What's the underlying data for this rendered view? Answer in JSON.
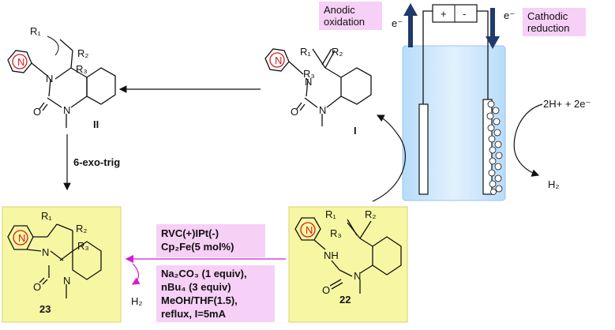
{
  "electrochem": {
    "anodic_label": "Anodic oxidation",
    "cathodic_label": "Cathodic reduction",
    "electron_left": "e⁻",
    "electron_right": "e⁻",
    "plus": "+",
    "minus": "-",
    "cathode_products": "2H+   +   2e⁻",
    "h2_product": "H₂"
  },
  "compounds": {
    "II": {
      "label": "II",
      "r1": "R₁",
      "r2": "R₂",
      "r3": "R₃",
      "n1": "N",
      "n2": "N",
      "o": "O",
      "ring_n": "N"
    },
    "I": {
      "label": "I",
      "r1": "R₁",
      "r2": "R₂",
      "r3": "R₃",
      "n1": "N",
      "n2": "N",
      "o": "O",
      "ring_n": "N"
    },
    "c23": {
      "label": "23",
      "r1": "R₁",
      "r2": "R₂",
      "r3": "R₃",
      "n1": "N",
      "n2": "N",
      "o": "O",
      "ring_n": "N"
    },
    "c22": {
      "label": "22",
      "r1": "R₁",
      "r2": "R₂",
      "r3": "R₃",
      "nh": "NH",
      "n2": "N",
      "o": "O",
      "ring_n": "N"
    }
  },
  "step_label": "6-exo-trig",
  "conditions": {
    "box_line1": "RVC(+)IPt(-)",
    "box_line2": "Cp₂Fe(5 mol%)",
    "reagents": [
      "Na₂CO₃ (1 equiv),",
      "nBu₄ (3 equiv)",
      "MeOH/THF(1.5),",
      "reflux, I=5mA"
    ],
    "h2_side": "H₂"
  },
  "colors": {
    "highlight_yellow": "#f7f7a3",
    "pink": "#f6d0f6",
    "magenta": "#d41ccc",
    "cell_blue": "#cfe6fb",
    "arrow_navy": "#1f3a6b",
    "red_n": "#d22020"
  }
}
